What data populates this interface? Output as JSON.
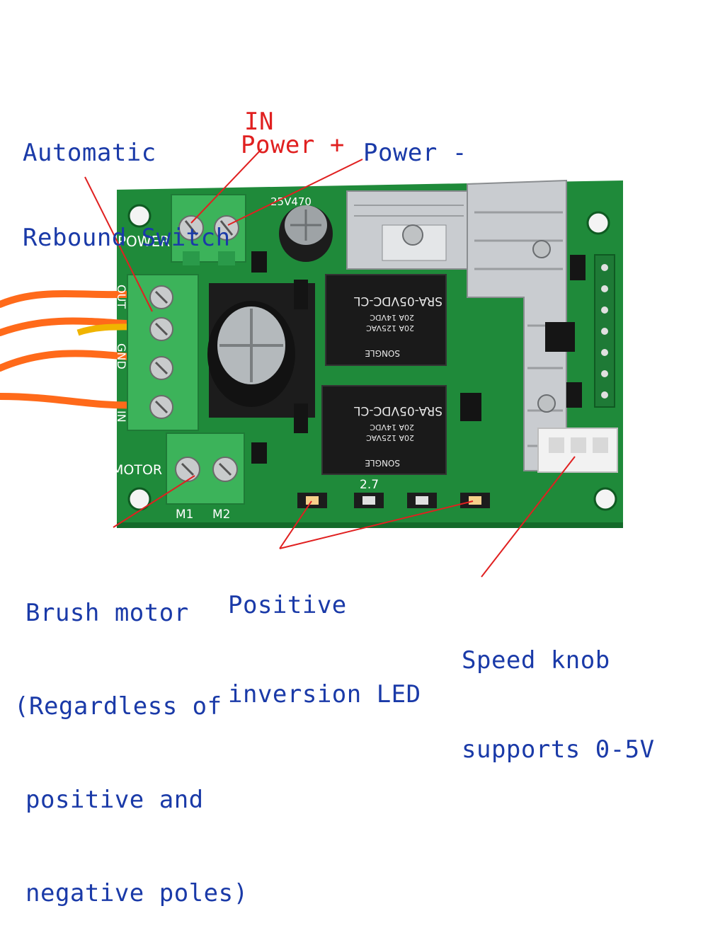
{
  "annotations": {
    "rebound_switch": [
      "Automatic",
      "Rebound Switch"
    ],
    "in_label": "IN",
    "power_plus": "Power +",
    "power_minus": "Power -",
    "brush_motor": [
      "Brush motor",
      "(Regardless of",
      "positive and",
      "negative poles)"
    ],
    "led": [
      "Positive",
      "inversion LED"
    ],
    "speed_knob": [
      "Speed knob",
      "supports 0-5V"
    ]
  },
  "board": {
    "power_label": "POWER",
    "motor_label": "MOTOR",
    "m1": "M1",
    "m2": "M2",
    "out_label": "OUT",
    "gnd_label": "GND",
    "in_label": "IN",
    "cap_label": "25V470",
    "relay_model": "SRA-05VDC-CL",
    "relay_rating_1": "20A 14VDC",
    "relay_rating_2": "20A 125VAC",
    "relay_brand": "SONGLE",
    "res_label": "2.7"
  },
  "colors": {
    "pcb": "#1f8a3a",
    "terminal": "#3cb35a",
    "heatsink": "#c9ccd0",
    "relay": "#1a1a1a",
    "wire": "#ff6a1a",
    "label_blue": "#1a3aa8",
    "label_red": "#e02020"
  }
}
